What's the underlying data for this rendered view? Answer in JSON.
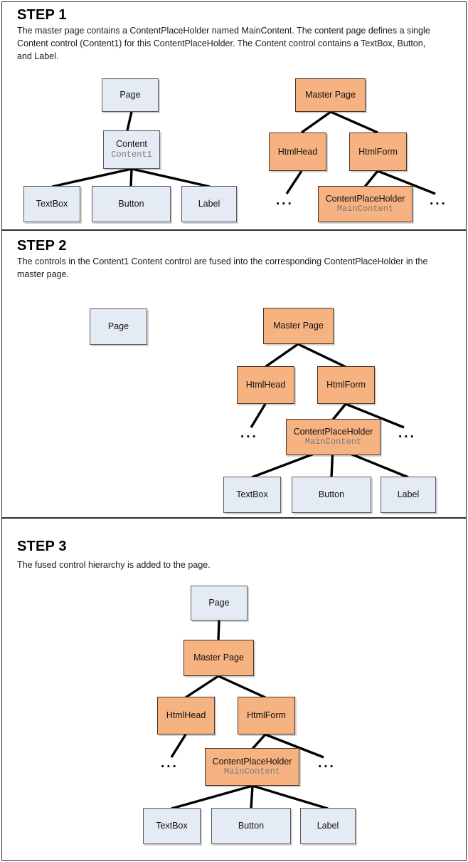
{
  "steps": [
    {
      "title": "STEP 1",
      "description": "The master page contains a ContentPlaceHolder named MainContent. The content page defines a single Content control (Content1) for this ContentPlaceHolder. The Content control contains a TextBox, Button, and Label.",
      "nodes": [
        {
          "id": "s1-page",
          "label": "Page",
          "sub": "",
          "color": "blue"
        },
        {
          "id": "s1-content",
          "label": "Content",
          "sub": "Content1",
          "color": "blue"
        },
        {
          "id": "s1-textbox",
          "label": "TextBox",
          "sub": "",
          "color": "blue"
        },
        {
          "id": "s1-button",
          "label": "Button",
          "sub": "",
          "color": "blue"
        },
        {
          "id": "s1-label",
          "label": "Label",
          "sub": "",
          "color": "blue"
        },
        {
          "id": "s1-master",
          "label": "Master Page",
          "sub": "",
          "color": "orange"
        },
        {
          "id": "s1-head",
          "label": "HtmlHead",
          "sub": "",
          "color": "orange"
        },
        {
          "id": "s1-form",
          "label": "HtmlForm",
          "sub": "",
          "color": "orange"
        },
        {
          "id": "s1-cph",
          "label": "ContentPlaceHolder",
          "sub": "MainContent",
          "color": "orange"
        }
      ],
      "ellipses": [
        "...",
        "..."
      ]
    },
    {
      "title": "STEP 2",
      "description": "The controls in the Content1 Content control are fused into the corresponding ContentPlaceHolder in the master page.",
      "nodes": [
        {
          "id": "s2-page",
          "label": "Page",
          "sub": "",
          "color": "blue"
        },
        {
          "id": "s2-master",
          "label": "Master Page",
          "sub": "",
          "color": "orange"
        },
        {
          "id": "s2-head",
          "label": "HtmlHead",
          "sub": "",
          "color": "orange"
        },
        {
          "id": "s2-form",
          "label": "HtmlForm",
          "sub": "",
          "color": "orange"
        },
        {
          "id": "s2-cph",
          "label": "ContentPlaceHolder",
          "sub": "MainContent",
          "color": "orange"
        },
        {
          "id": "s2-textbox",
          "label": "TextBox",
          "sub": "",
          "color": "blue"
        },
        {
          "id": "s2-button",
          "label": "Button",
          "sub": "",
          "color": "blue"
        },
        {
          "id": "s2-label",
          "label": "Label",
          "sub": "",
          "color": "blue"
        }
      ],
      "ellipses": [
        "...",
        "..."
      ]
    },
    {
      "title": "STEP 3",
      "description": "The fused control hierarchy is added to the page.",
      "nodes": [
        {
          "id": "s3-page",
          "label": "Page",
          "sub": "",
          "color": "blue"
        },
        {
          "id": "s3-master",
          "label": "Master Page",
          "sub": "",
          "color": "orange"
        },
        {
          "id": "s3-head",
          "label": "HtmlHead",
          "sub": "",
          "color": "orange"
        },
        {
          "id": "s3-form",
          "label": "HtmlForm",
          "sub": "",
          "color": "orange"
        },
        {
          "id": "s3-cph",
          "label": "ContentPlaceHolder",
          "sub": "MainContent",
          "color": "orange"
        },
        {
          "id": "s3-textbox",
          "label": "TextBox",
          "sub": "",
          "color": "blue"
        },
        {
          "id": "s3-button",
          "label": "Button",
          "sub": "",
          "color": "blue"
        },
        {
          "id": "s3-label",
          "label": "Label",
          "sub": "",
          "color": "blue"
        }
      ],
      "ellipses": [
        "...",
        "..."
      ]
    }
  ],
  "colors": {
    "blue_fill": "#e4ebf5",
    "orange_fill": "#f6b281",
    "edge": "#000000",
    "mono_text": "#7a7a7a",
    "border": "#2e2e2e"
  }
}
